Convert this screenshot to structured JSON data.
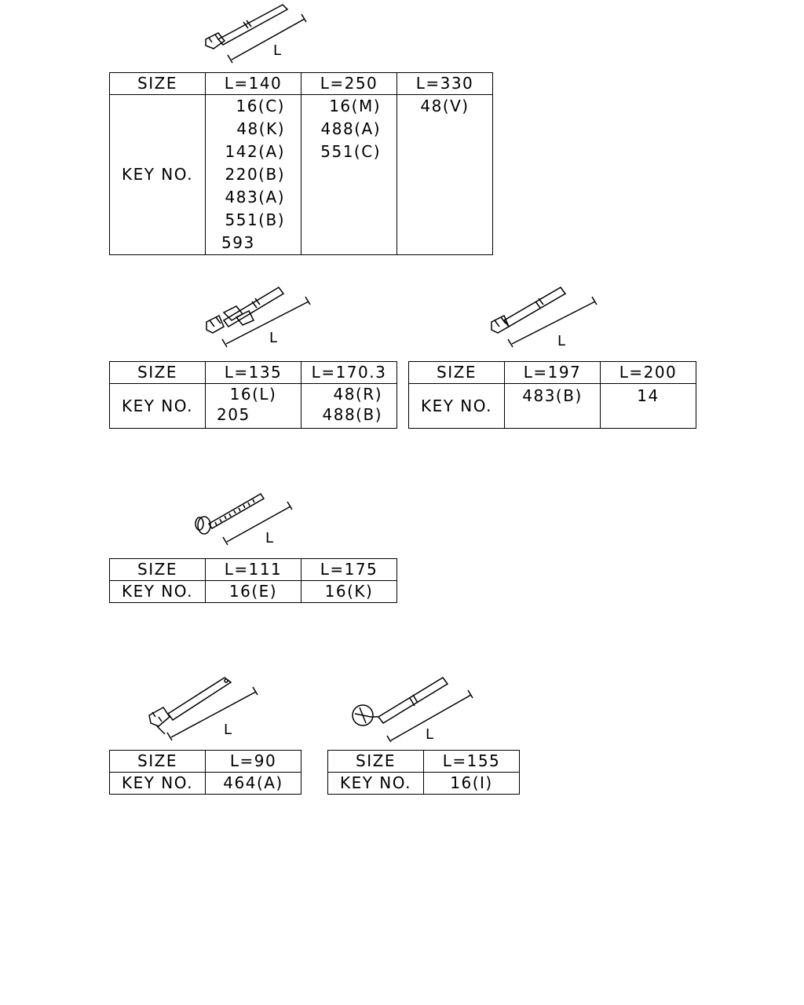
{
  "groups": [
    {
      "id": "clip-a",
      "dimension_label": "L",
      "size_label": "SIZE",
      "key_label": "KEY NO.",
      "sizes": [
        "L=140",
        "L=250",
        "L=330"
      ],
      "keys": [
        [
          "16(C)",
          "48(K)",
          "142(A)",
          "220(B)",
          "483(A)",
          "551(B)",
          "593"
        ],
        [
          "16(M)",
          "488(A)",
          "551(C)"
        ],
        [
          "48(V)"
        ]
      ]
    },
    {
      "id": "clip-b",
      "dimension_label": "L",
      "size_label": "SIZE",
      "key_label": "KEY NO.",
      "sizes": [
        "L=135",
        "L=170.3"
      ],
      "keys": [
        [
          "16(L)",
          "205"
        ],
        [
          "48(R)",
          "488(B)"
        ]
      ]
    },
    {
      "id": "clip-c",
      "dimension_label": "L",
      "size_label": "SIZE",
      "key_label": "KEY NO.",
      "sizes": [
        "L=197",
        "L=200"
      ],
      "keys": [
        [
          "483(B)"
        ],
        [
          "14"
        ]
      ]
    },
    {
      "id": "clip-d",
      "dimension_label": "L",
      "size_label": "SIZE",
      "key_label": "KEY NO.",
      "sizes": [
        "L=111",
        "L=175"
      ],
      "keys": [
        [
          "16(E)"
        ],
        [
          "16(K)"
        ]
      ]
    },
    {
      "id": "clip-e",
      "dimension_label": "L",
      "size_label": "SIZE",
      "key_label": "KEY NO.",
      "sizes": [
        "L=90"
      ],
      "keys": [
        [
          "464(A)"
        ]
      ]
    },
    {
      "id": "clip-f",
      "dimension_label": "L",
      "size_label": "SIZE",
      "key_label": "KEY NO.",
      "sizes": [
        "L=155"
      ],
      "keys": [
        [
          "16(I)"
        ]
      ]
    }
  ]
}
